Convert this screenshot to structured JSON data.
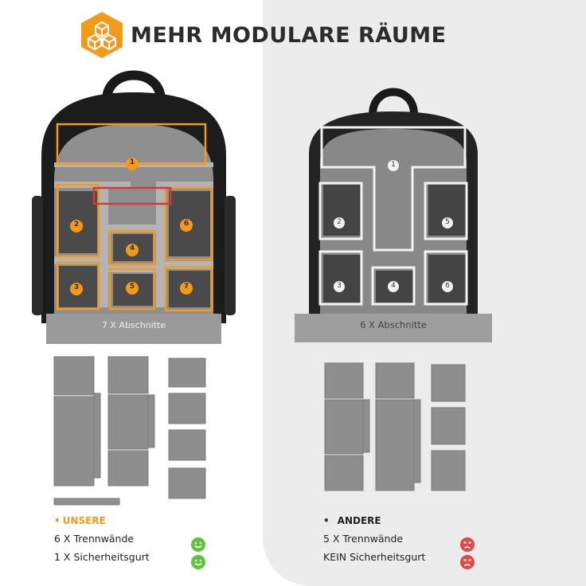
{
  "title": "MEHR MODULARE RÄUME",
  "colors": {
    "accent": "#f39a1c",
    "good": "#5cc43a",
    "bad": "#e04848",
    "panel": "#ececec"
  },
  "left_pack": {
    "caption": "7 X Abschnitte",
    "numbers": [
      "1",
      "2",
      "3",
      "4",
      "5",
      "6",
      "7"
    ]
  },
  "right_pack": {
    "caption": "6 X Abschnitte",
    "numbers": [
      "1",
      "2",
      "3",
      "4",
      "5",
      "6"
    ]
  },
  "ours": {
    "heading": "UNSERE",
    "bullet": "•",
    "lines": [
      "6 X Trennwände",
      "1 X Sicherheitsgurt"
    ],
    "status_icons": [
      "smiley-icon",
      "smiley-icon"
    ]
  },
  "others": {
    "heading": "ANDERE",
    "bullet": "•",
    "lines": [
      "5 X Trennwände",
      "KEIN Sicherheitsgurt"
    ],
    "status_icons": [
      "sad-face-icon",
      "sad-face-icon"
    ]
  }
}
